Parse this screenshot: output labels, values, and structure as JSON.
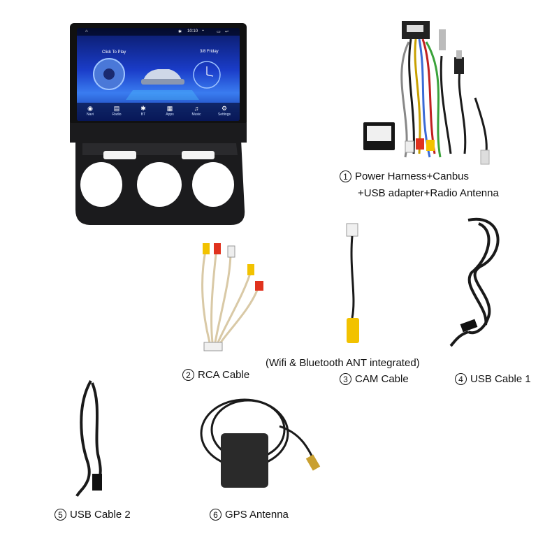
{
  "screen": {
    "status_time": "10:10",
    "click_to_play": "Click To Play",
    "date": "3/8 Friday",
    "dock": [
      {
        "label": "Navi",
        "icon": "navigation-icon"
      },
      {
        "label": "Radio",
        "icon": "radio-icon"
      },
      {
        "label": "BT",
        "icon": "bluetooth-icon"
      },
      {
        "label": "Apps",
        "icon": "apps-icon"
      },
      {
        "label": "Music",
        "icon": "music-icon"
      },
      {
        "label": "Settings",
        "icon": "settings-icon"
      }
    ]
  },
  "items": {
    "power": {
      "number": "1",
      "line1": "Power Harness+Canbus",
      "line2": "+USB adapter+Radio Antenna"
    },
    "rca": {
      "number": "2",
      "label": "RCA Cable"
    },
    "cam_note": "(Wifi & Bluetooth ANT integrated)",
    "cam": {
      "number": "3",
      "label": "CAM Cable"
    },
    "usb1": {
      "number": "4",
      "label": "USB Cable 1"
    },
    "usb2": {
      "number": "5",
      "label": "USB Cable 2"
    },
    "gps": {
      "number": "6",
      "label": "GPS Antenna"
    }
  },
  "colors": {
    "rca_yellow": "#f2c200",
    "rca_red": "#e0321e",
    "rca_white": "#eeeeee",
    "cable": "#1a1a1a"
  }
}
